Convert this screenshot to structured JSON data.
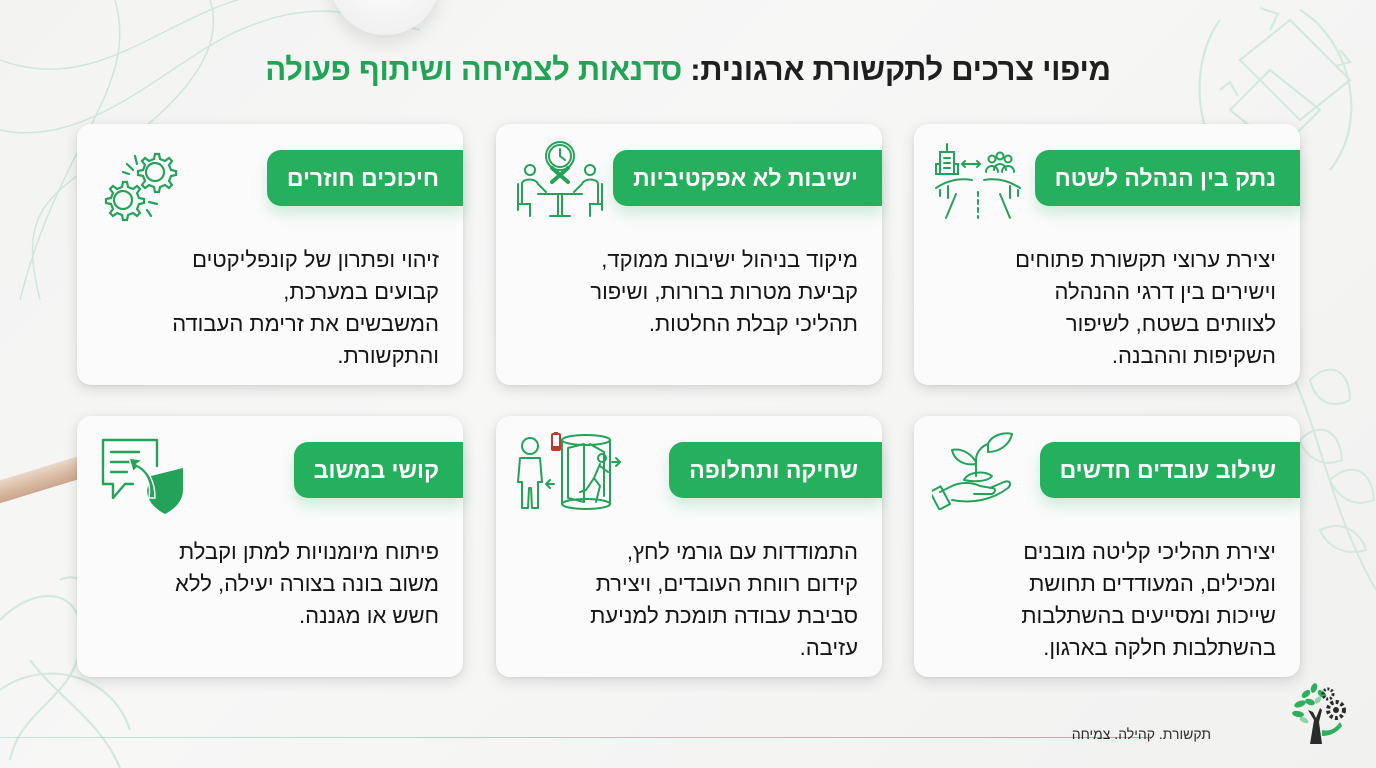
{
  "title": {
    "dark_part": "מיפוי צרכים לתקשורת ארגונית:",
    "green_part": "סדנאות לצמיחה ושיתוף פעולה"
  },
  "colors": {
    "accent_green": "#25b05e",
    "title_green": "#22a456",
    "text_dark": "#1d1d1d",
    "card_bg": "#fbfbfb",
    "background": "#f4f4f3",
    "battery_red": "#c0392b"
  },
  "cards": [
    {
      "id": "management-field-gap",
      "icon": "building-people-broken-road-icon",
      "heading": "נתק בין הנהלה לשטח",
      "lines": [
        "יצירת ערוצי תקשורת פתוחים",
        "וישירים בין דרגי ההנהלה",
        "לצוותים בשטח, לשיפור",
        "השקיפות וההבנה."
      ]
    },
    {
      "id": "ineffective-meetings",
      "icon": "meeting-clock-x-icon",
      "heading": "ישיבות לא אפקטיביות",
      "lines": [
        "מיקוד בניהול ישיבות ממוקד,",
        "קביעת מטרות ברורות, ושיפור",
        "תהליכי קבלת החלטות."
      ]
    },
    {
      "id": "recurring-friction",
      "icon": "gears-friction-icon",
      "heading": "חיכוכים חוזרים",
      "lines": [
        "זיהוי ופתרון של קונפליקטים",
        "קבועים במערכת,",
        "המשבשים את זרימת העבודה",
        "והתקשורת."
      ]
    },
    {
      "id": "onboarding",
      "icon": "hand-sprout-icon",
      "heading": "שילוב עובדים חדשים",
      "lines": [
        "יצירת תהליכי קליטה מובנים",
        "ומכילים, המעודדים תחושת",
        "שייכות ומסייעים בהשתלבות",
        "בהשתלבות חלקה בארגון."
      ]
    },
    {
      "id": "burnout-turnover",
      "icon": "burnout-revolving-door-icon",
      "heading": "שחיקה ותחלופה",
      "lines": [
        "התמודדות עם גורמי לחץ,",
        "קידום רווחת העובדים, ויצירת",
        "סביבת עבודה תומכת למניעת",
        "עזיבה."
      ]
    },
    {
      "id": "feedback-difficulty",
      "icon": "chat-feedback-shield-icon",
      "heading": "קושי במשוב",
      "lines": [
        "פיתוח מיומנויות למתן וקבלת",
        "משוב בונה בצורה יעילה, ללא",
        "חשש או מגננה."
      ]
    }
  ],
  "footer": {
    "tagline": "תקשורת. קהילה. צמיחה",
    "logo_icon": "tree-gears-logo-icon"
  }
}
